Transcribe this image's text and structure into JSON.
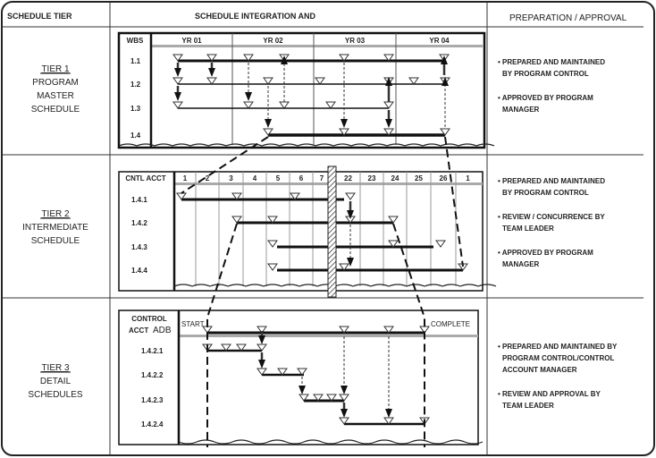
{
  "header": {
    "col1": "SCHEDULE TIER",
    "col2": "SCHEDULE INTEGRATION AND",
    "col3": "PREPARATION / APPROVAL"
  },
  "tiers": [
    {
      "title": "TIER 1",
      "lines": [
        "PROGRAM",
        "MASTER",
        "SCHEDULE"
      ],
      "notes": [
        [
          "• PREPARED AND MAINTAINED",
          "BY PROGRAM CONTROL"
        ],
        [
          "•  APPROVED BY  PROGRAM",
          "MANAGER"
        ]
      ]
    },
    {
      "title": "TIER 2",
      "lines": [
        "INTERMEDIATE",
        "SCHEDULE"
      ],
      "notes": [
        [
          "• PREPARED AND MAINTAINED",
          "BY PROGRAM CONTROL"
        ],
        [
          "•  REVIEW / CONCURRENCE BY",
          "TEAM LEADER"
        ],
        [
          "•  APPROVED BY  PROGRAM",
          "MANAGER"
        ]
      ]
    },
    {
      "title": "TIER 3",
      "lines": [
        "DETAIL",
        "SCHEDULES"
      ],
      "notes": [
        [
          "•  PREPARED AND MAINTAINED BY",
          "PROGRAM CONTROL/CONTROL",
          "ACCOUNT MANAGER"
        ],
        [
          "•  REVIEW AND APPROVAL BY",
          "TEAM LEADER"
        ]
      ]
    }
  ],
  "tier1_chart": {
    "col_header": "WBS",
    "periods": [
      "YR 01",
      "YR 02",
      "YR 03",
      "YR 04"
    ],
    "rows": [
      "1.1",
      "1.2",
      "1.3",
      "1.4"
    ]
  },
  "tier2_chart": {
    "col_header": "CNTL ACCT",
    "periods": [
      "1",
      "2",
      "3",
      "4",
      "5",
      "6",
      "7",
      "22",
      "23",
      "24",
      "25",
      "26",
      "1"
    ],
    "rows": [
      "1.4.1",
      "1.4.2",
      "1.4.3",
      "1.4.4"
    ]
  },
  "tier3_chart": {
    "col_header": [
      "CONTROL",
      "ACCT"
    ],
    "adb": "ADB",
    "start": "START",
    "complete": "COMPLETE",
    "rows": [
      "1.4.2.1",
      "1.4.2.2",
      "1.4.2.3",
      "1.4.2.4"
    ]
  }
}
